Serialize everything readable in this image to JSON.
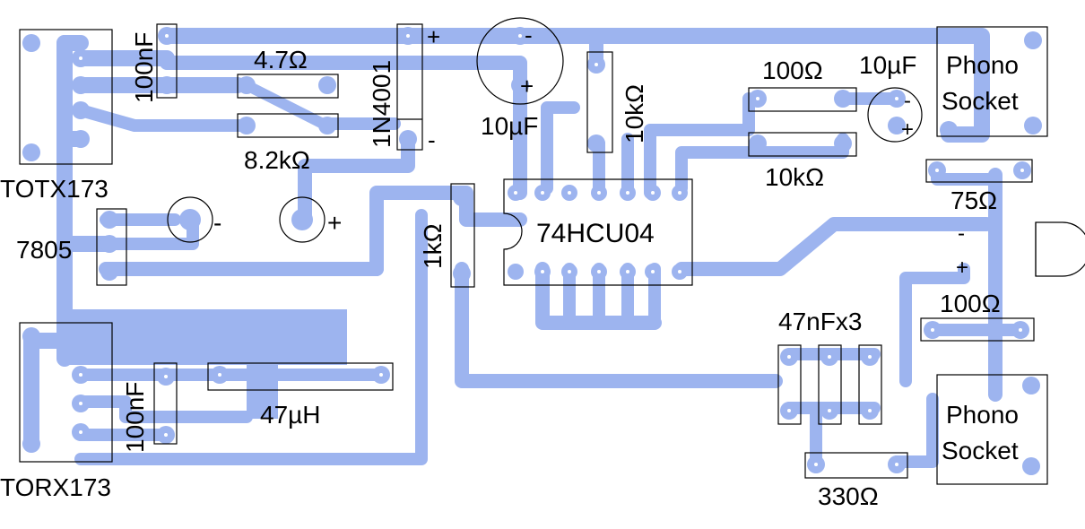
{
  "labels": {
    "totx": "TOTX173",
    "torx": "TORX173",
    "reg": "7805",
    "c100n_top": "100nF",
    "c100n_bot": "100nF",
    "r47": "4.7Ω",
    "r82": "8.2kΩ",
    "diode": "1N4001",
    "c10u_a": "10µF",
    "r10k_v": "10kΩ",
    "r100_a": "100Ω",
    "r10k_b": "10kΩ",
    "c10u_b": "10µF",
    "phono_top": [
      "Phono",
      "Socket"
    ],
    "phono_bot": [
      "Phono",
      "Socket"
    ],
    "r75": "75Ω",
    "ic": "74HCU04",
    "r1k": "1kΩ",
    "l47": "47µH",
    "c47n": "47nFx3",
    "r100_b": "100Ω",
    "r330": "330Ω"
  },
  "polarity": {
    "plus": "+",
    "minus": "-"
  },
  "colors": {
    "copper": "#9db4ef",
    "outline": "#000000",
    "background": "#ffffff"
  }
}
